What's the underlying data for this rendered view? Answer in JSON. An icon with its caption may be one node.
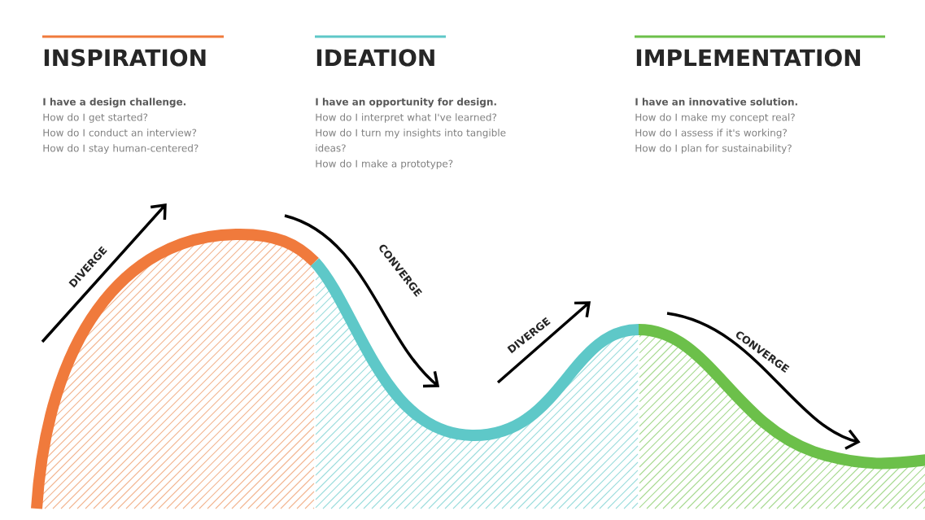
{
  "diagram": {
    "labels": [
      "INSPIRATION",
      "I have a design challenge.",
      "How do I get started?",
      "How do I conduct an interview?",
      "How do I stay human-centered?",
      "IDEATION",
      "I have an opportunity for design.",
      "How do I interpret what I've learned?",
      "How do I turn my insights into tangible ideas?",
      "How do I make a prototype?",
      "IMPLEMENTATION",
      "I have an innovative solution.",
      "How do I make my concept real?",
      "How do I assess if it's working?",
      "How do I plan for sustainability?",
      "DIVERGE",
      "CONVERGE",
      "DIVERGE",
      "CONVERGE"
    ]
  }
}
